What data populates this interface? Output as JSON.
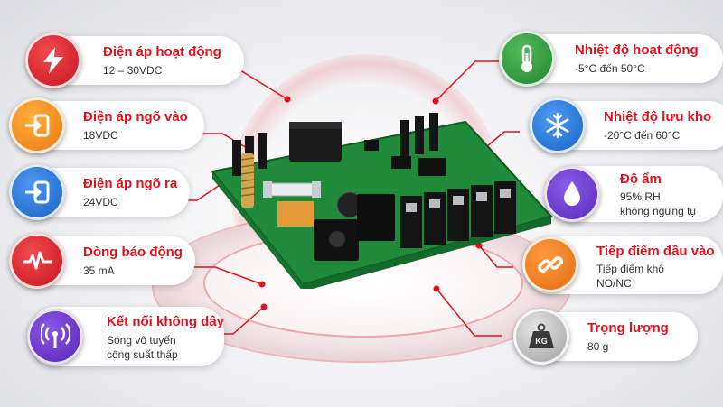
{
  "specs_left": [
    {
      "title": "Điện áp hoạt động",
      "lines": [
        "12 – 30VDC"
      ],
      "icon": "lightning-icon",
      "color": "#d4161c"
    },
    {
      "title": "Điện áp ngõ vào",
      "lines": [
        "18VDC"
      ],
      "icon": "input-arrow-icon",
      "color": "#f28a12"
    },
    {
      "title": "Điện áp ngõ ra",
      "lines": [
        "24VDC"
      ],
      "icon": "output-arrow-icon",
      "color": "#1f6fd6"
    },
    {
      "title": "Dòng báo động",
      "lines": [
        "35 mA"
      ],
      "icon": "pulse-icon",
      "color": "#d4161c"
    },
    {
      "title": "Kết nối không dây",
      "lines": [
        "Sóng vô tuyến",
        "công suất thấp"
      ],
      "icon": "wireless-icon",
      "color": "#6a34c8"
    }
  ],
  "specs_right": [
    {
      "title": "Nhiệt độ hoạt động",
      "lines": [
        "-5°C đến 50°C"
      ],
      "icon": "thermometer-icon",
      "color": "#2e9a3a"
    },
    {
      "title": "Nhiệt độ lưu kho",
      "lines": [
        "-20°C đến 60°C"
      ],
      "icon": "snowflake-icon",
      "color": "#1a74d8"
    },
    {
      "title": "Độ ẩm",
      "lines": [
        "95% RH",
        "không ngưng tụ"
      ],
      "icon": "water-drop-icon",
      "color": "#6a3ac8"
    },
    {
      "title": "Tiếp điểm đầu vào",
      "lines": [
        "Tiếp điểm khô",
        "NO/NC"
      ],
      "icon": "chain-link-icon",
      "color": "#f07814"
    },
    {
      "title": "Trọng lượng",
      "lines": [
        "80 g"
      ],
      "icon": "weight-icon",
      "color": "#555555"
    }
  ],
  "weight_icon_label": "KG",
  "accent": "#e0121e"
}
